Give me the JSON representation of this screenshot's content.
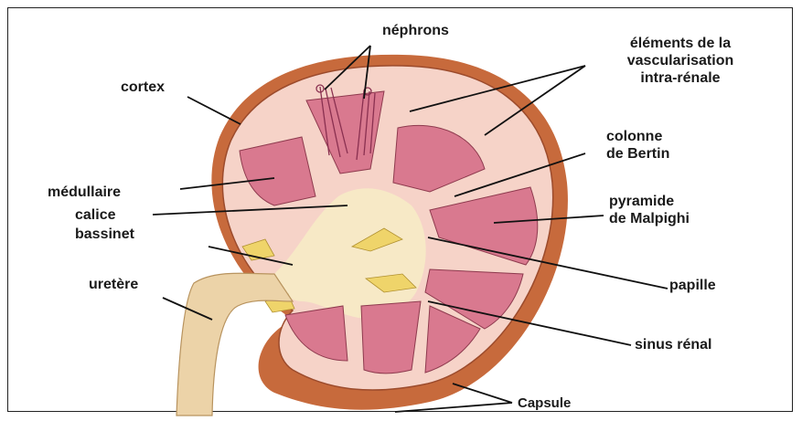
{
  "colors": {
    "capsule": "#c76a3c",
    "cortex": "#f6d3c8",
    "pyramid": "#d9798f",
    "sinus": "#f7e9c6",
    "fat": "#efd46a",
    "ureter": "#ecd3a8",
    "leader": "#111111"
  },
  "labels": {
    "nephrons": "néphrons",
    "vascular_line1": "éléments de la",
    "vascular_line2": "vascularisation",
    "vascular_line3": "intra-rénale",
    "cortex": "cortex",
    "colonne_line1": "colonne",
    "colonne_line2": "de Bertin",
    "medullaire": "médullaire",
    "calice": "calice",
    "bassinet": "bassinet",
    "pyramide_line1": "pyramide",
    "pyramide_line2": "de Malpighi",
    "uretere": "uretère",
    "papille": "papille",
    "sinus": "sinus rénal",
    "capsule": "Capsule"
  }
}
